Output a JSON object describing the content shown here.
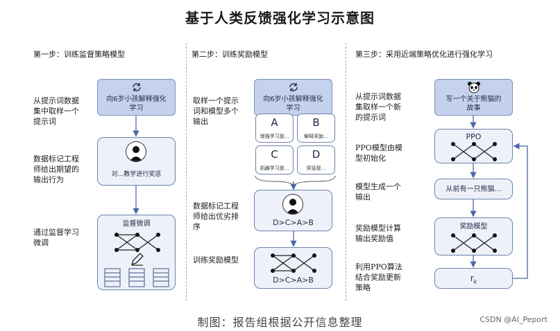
{
  "title": "基于人类反馈强化学习示意图",
  "steps": [
    {
      "title": "第一步：训练监督策略模型",
      "labels": [
        "从提示词数据\n集中取样一个\n提示词",
        "数据标记工程\n师给出期望的\n输出行为",
        "通过监督学习\n微调"
      ],
      "prompt_box": "向6岁小孩解释强化\n学习",
      "behavior_box": "对...教学进行奖惩",
      "finetune_box": "监督微调"
    },
    {
      "title": "第二步：训练奖励模型",
      "labels": [
        "取样一个提示\n词和模型多个\n输出",
        "数据标记工程\n师给出优劣排\n序",
        "训练奖励模型"
      ],
      "prompt_box": "向6岁小孩解释强化\n学习",
      "options": [
        {
          "letter": "A",
          "text": "增强学习是..."
        },
        {
          "letter": "B",
          "text": "解释奖励..."
        },
        {
          "letter": "C",
          "text": "机器学习是..."
        },
        {
          "letter": "D",
          "text": "奖惩是..."
        }
      ],
      "ranking": "D>C>A>B",
      "reward_ranking": "D>C>A>B"
    },
    {
      "title": "第三步：采用近端策略优化进行强化学习",
      "labels": [
        "从提示词数据\n集取样一个新\n的提示词",
        "PPO模型由模\n型初始化",
        "模型生成一个\n输出",
        "奖励模型计算\n输出奖励值",
        "利用PPO算法\n结合奖励更新\n策略"
      ],
      "prompt_box": "写一个关于熊猫的\n故事",
      "ppo_box": "PPO",
      "output_box": "从前有一只熊猫…",
      "reward_box": "奖励模型",
      "rk_main": "r",
      "rk_sub": "k"
    }
  ],
  "footer": "制图：报告组根据公开信息整理",
  "watermark": "CSDN @AI_Peport"
}
